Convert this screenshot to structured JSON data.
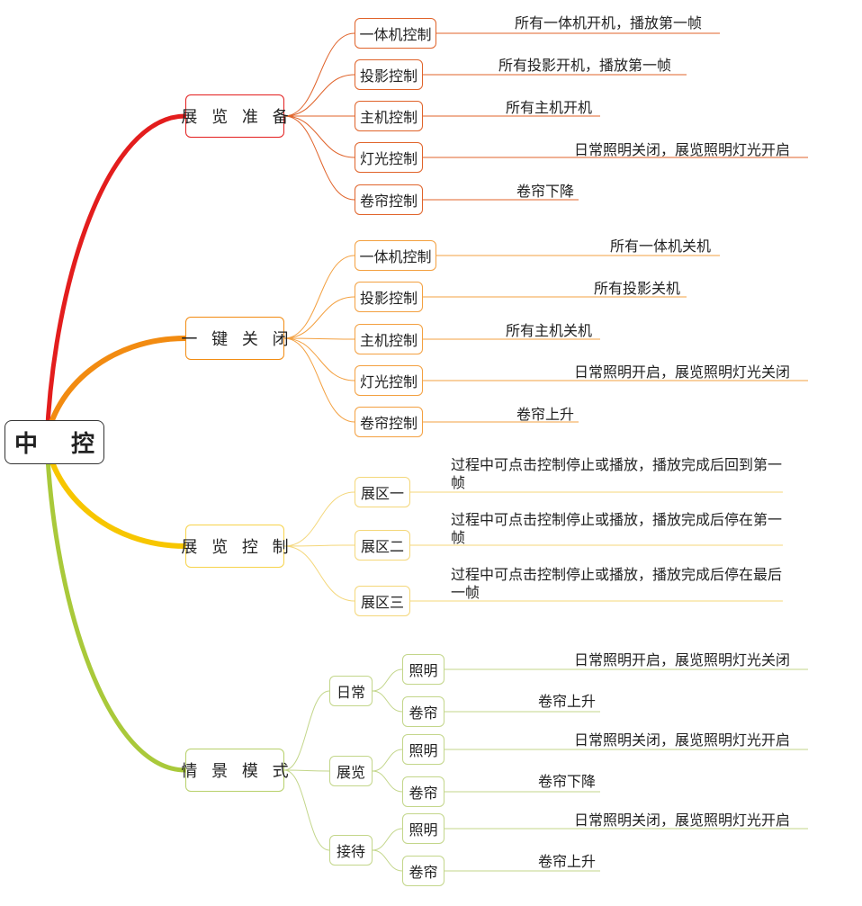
{
  "root": {
    "label": "中 控"
  },
  "branches": [
    {
      "label": "展 览 准 备",
      "color": "#e31d1d",
      "children": [
        {
          "label": "一体机控制",
          "note": "所有一体机开机，播放第一帧"
        },
        {
          "label": "投影控制",
          "note": "所有投影开机，播放第一帧"
        },
        {
          "label": "主机控制",
          "note": "所有主机开机"
        },
        {
          "label": "灯光控制",
          "note": "日常照明关闭，展览照明灯光开启"
        },
        {
          "label": "卷帘控制",
          "note": "卷帘下降"
        }
      ]
    },
    {
      "label": "一 键 关 闭",
      "color": "#f28b11",
      "children": [
        {
          "label": "一体机控制",
          "note": "所有一体机关机"
        },
        {
          "label": "投影控制",
          "note": "所有投影关机"
        },
        {
          "label": "主机控制",
          "note": "所有主机关机"
        },
        {
          "label": "灯光控制",
          "note": "日常照明开启，展览照明灯光关闭"
        },
        {
          "label": "卷帘控制",
          "note": "卷帘上升"
        }
      ]
    },
    {
      "label": "展 览 控 制",
      "color": "#f7c600",
      "children": [
        {
          "label": "展区一",
          "note": "过程中可点击控制停止或播放，播放完成后回到第一帧"
        },
        {
          "label": "展区二",
          "note": "过程中可点击控制停止或播放，播放完成后停在第一帧"
        },
        {
          "label": "展区三",
          "note": "过程中可点击控制停止或播放，播放完成后停在最后一帧"
        }
      ]
    },
    {
      "label": "情 景 模 式",
      "color": "#a9c93a",
      "children": [
        {
          "label": "日常",
          "children": [
            {
              "label": "照明",
              "note": "日常照明开启，展览照明灯光关闭"
            },
            {
              "label": "卷帘",
              "note": "卷帘上升"
            }
          ]
        },
        {
          "label": "展览",
          "children": [
            {
              "label": "照明",
              "note": "日常照明关闭，展览照明灯光开启"
            },
            {
              "label": "卷帘",
              "note": "卷帘下降"
            }
          ]
        },
        {
          "label": "接待",
          "children": [
            {
              "label": "照明",
              "note": "日常照明关闭，展览照明灯光开启"
            },
            {
              "label": "卷帘",
              "note": "卷帘上升"
            }
          ]
        }
      ]
    }
  ]
}
